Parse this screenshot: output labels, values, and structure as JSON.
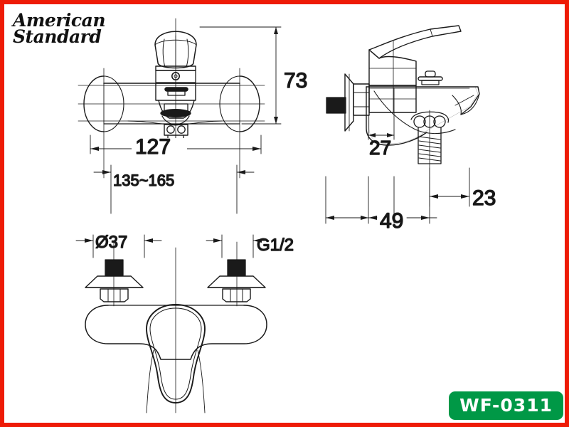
{
  "page": {
    "title": "American Standard WF-0311 faucet technical drawing",
    "background_color": "#ffffff",
    "border_color": "#ee1b06",
    "line_color": "#1a1a1a"
  },
  "brand": {
    "line1": "American",
    "line2": "Standard"
  },
  "product": {
    "code": "WF-0311",
    "badge_color": "#009846",
    "badge_text_color": "#ffffff"
  },
  "views": {
    "front": {
      "name": "front-elevation",
      "label": ""
    },
    "side": {
      "name": "side-elevation",
      "label": ""
    },
    "top": {
      "name": "top-plan",
      "label": ""
    }
  },
  "dimensions": {
    "height_73": "73",
    "width_127": "127",
    "spread_135_165": "135~165",
    "flange_diameter": "Ø37",
    "thread_size": "G1/2",
    "projection_27": "27",
    "depth_49": "49",
    "offset_23": "23"
  }
}
